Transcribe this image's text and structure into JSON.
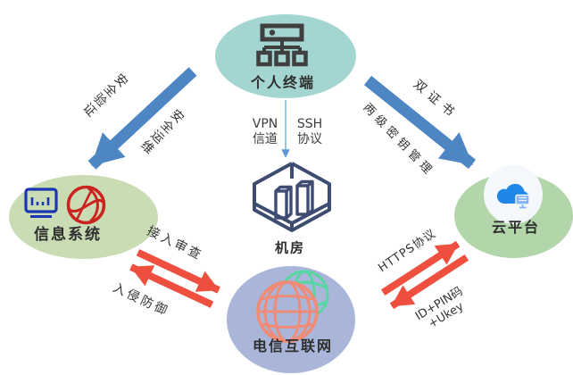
{
  "diagram": {
    "title": "remote-access security architecture",
    "nodes": {
      "terminal": {
        "label": "个人终端",
        "icon": "sitemap-icon"
      },
      "info_system": {
        "label": "信息系统",
        "icon": "monitor-icon + globe-icon"
      },
      "cloud_platform": {
        "label": "云平台",
        "icon": "cloud-icon"
      },
      "server_room": {
        "label": "机房",
        "icon": "server-room-icon"
      },
      "telecom_internet": {
        "label": "电信互联网",
        "icon": "globe-icon"
      }
    },
    "edge_labels": {
      "security_verification": "安全验证",
      "security_operation": "安全运维",
      "dual_certificate": "双证书",
      "two_level_key_mgmt": "两级密钥管理",
      "vpn_line1": "VPN",
      "vpn_line2": "信道",
      "ssh_line1": "SSH",
      "ssh_line2": "协议",
      "access_review": "接入审查",
      "intrusion_prevention": "入侵防御",
      "https_protocol": "HTTPS协议",
      "id_pin_line1": "ID+PIN码",
      "id_pin_line2": "+Ukey"
    },
    "colors": {
      "terminal_ellipse": "#a3d5d1",
      "info_system_ellipse": "#c9dcb4",
      "cloud_ellipse": "#b2d5a9",
      "telecom_ellipse": "#a9b6da",
      "blue_arrow": "#4e86c4",
      "red_arrow": "#ee4f3e",
      "terminal_icon": "#3f3f3f",
      "server_room_icon": "#3e4c72",
      "cloud_icon": "#1f87e8",
      "monitor_icon": "#1c35b5",
      "red_globe_icon": "#cb2420",
      "salmon_globe_icon": "#ef8b77",
      "green_globe_icon": "#58d6a2",
      "text": "#2e2e2e"
    }
  }
}
